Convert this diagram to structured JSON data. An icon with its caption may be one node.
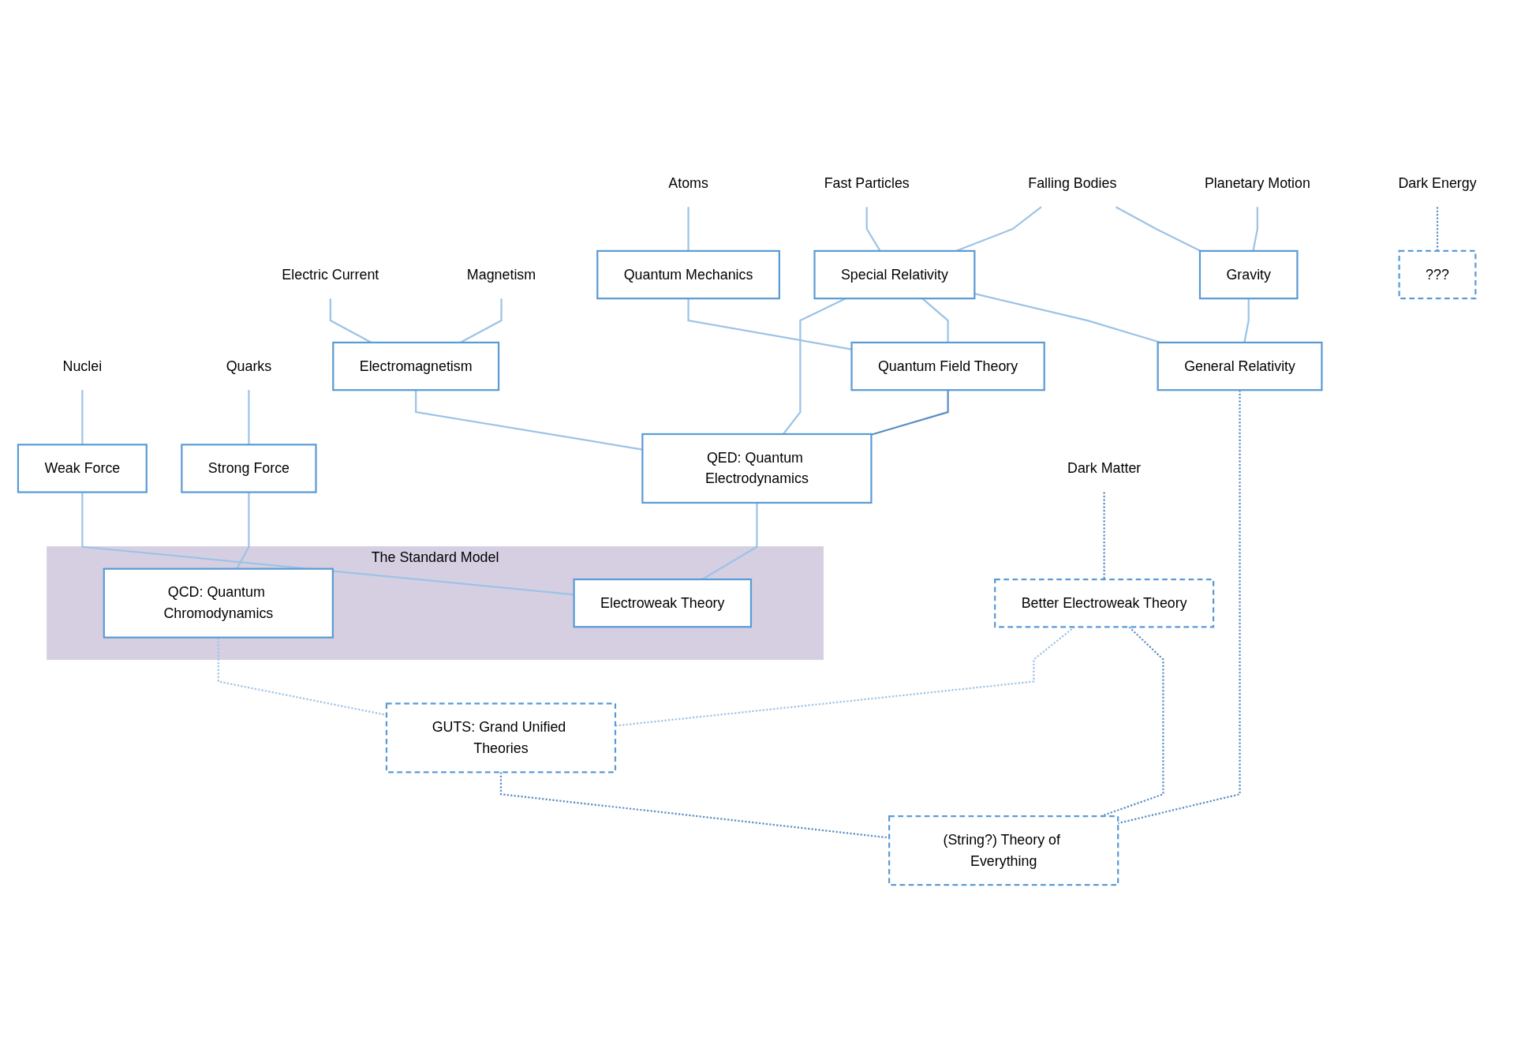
{
  "diagram": {
    "nodes": [
      {
        "text": [
          "Planetary Motion"
        ]
      },
      {
        "text": [
          "Falling Bodies"
        ]
      },
      {
        "text": [
          "Fast Particles"
        ]
      },
      {
        "text": [
          "Electric Current"
        ]
      },
      {
        "text": [
          "Magnetism"
        ]
      },
      {
        "text": [
          "Atoms"
        ]
      },
      {
        "text": [
          "Nuclei"
        ]
      },
      {
        "text": [
          "Quarks"
        ]
      },
      {
        "text": [
          "Gravity"
        ]
      },
      {
        "text": [
          "Special Relativity"
        ]
      },
      {
        "text": [
          "Electromagnetism"
        ]
      },
      {
        "text": [
          "Quantum Mechanics"
        ]
      },
      {
        "text": [
          "Weak Force"
        ]
      },
      {
        "text": [
          "Strong Force"
        ]
      },
      {
        "text": [
          "General Relativity"
        ]
      },
      {
        "text": [
          "Quantum Field Theory"
        ]
      },
      {
        "text": [
          "QED: Quantum Electrodynamics"
        ]
      },
      {
        "text": [
          "The Standard Model"
        ]
      },
      {
        "text": [
          "Electroweak Theory"
        ],
        "in": 17
      },
      {
        "text": [
          "QCD: Quantum Chromodynamics"
        ],
        "in": 17
      },
      {
        "text": [
          "Better Electroweak Theory"
        ]
      },
      {
        "text": [
          "Dark Matter"
        ]
      },
      {
        "text": [
          "???"
        ]
      },
      {
        "text": [
          "GUTS: Grand Unified Theories"
        ]
      },
      {
        "text": [
          "Dark Energy"
        ]
      },
      {
        "text": [
          "(String?) Theory of Everything"
        ]
      }
    ],
    "edges": [
      {
        "from": 0,
        "to": 8,
        "arrow": "none"
      },
      {
        "from": 1,
        "to": 8,
        "arrow": "none"
      },
      {
        "from": 1,
        "to": 9,
        "arrow": "none"
      },
      {
        "from": 2,
        "to": 9,
        "arrow": "none"
      },
      {
        "from": 3,
        "to": 10,
        "arrow": "none"
      },
      {
        "from": 4,
        "to": 10,
        "arrow": "none"
      },
      {
        "from": 5,
        "to": 11,
        "arrow": "none"
      },
      {
        "from": 6,
        "to": 12,
        "arrow": "none"
      },
      {
        "from": 7,
        "to": 13,
        "arrow": "none"
      },
      {
        "from": 8,
        "to": 14,
        "arrow": "none"
      },
      {
        "from": 9,
        "to": 14,
        "arrow": "none"
      },
      {
        "from": 9,
        "to": 15,
        "arrow": "none"
      },
      {
        "from": 9,
        "to": 16,
        "arrow": "none"
      },
      {
        "from": 10,
        "to": 16,
        "arrow": "none"
      },
      {
        "from": 11,
        "to": 15,
        "arrow": "none"
      },
      {
        "from": 15,
        "to": 16,
        "arrow": "none",
        "color": "#5b8ec4"
      },
      {
        "from": 16,
        "to": 18,
        "arrow": "none"
      },
      {
        "from": 12,
        "to": 18,
        "arrow": "none"
      },
      {
        "from": 13,
        "to": 19,
        "arrow": "none"
      },
      {
        "from": 14,
        "to": 25,
        "arrow": "none",
        "style": "dashed",
        "color": "#5b8ec4"
      },
      {
        "from": 21,
        "to": 20,
        "arrow": "none",
        "style": "dashed",
        "color": "#5b8ec4"
      },
      {
        "from": 20,
        "to": 25,
        "arrow": "none",
        "style": "dashed",
        "color": "#5b8ec4"
      },
      {
        "from": 19,
        "to": 23,
        "arrow": "none",
        "style": "dashed"
      },
      {
        "from": 20,
        "to": 23,
        "arrow": "none",
        "style": "dashed"
      },
      {
        "from": 23,
        "to": 25,
        "arrow": "none",
        "style": "dashed",
        "color": "#5b8ec4"
      },
      {
        "from": 24,
        "to": 22,
        "arrow": "none",
        "style": "dashed",
        "color": "#5b8ec4"
      }
    ]
  }
}
